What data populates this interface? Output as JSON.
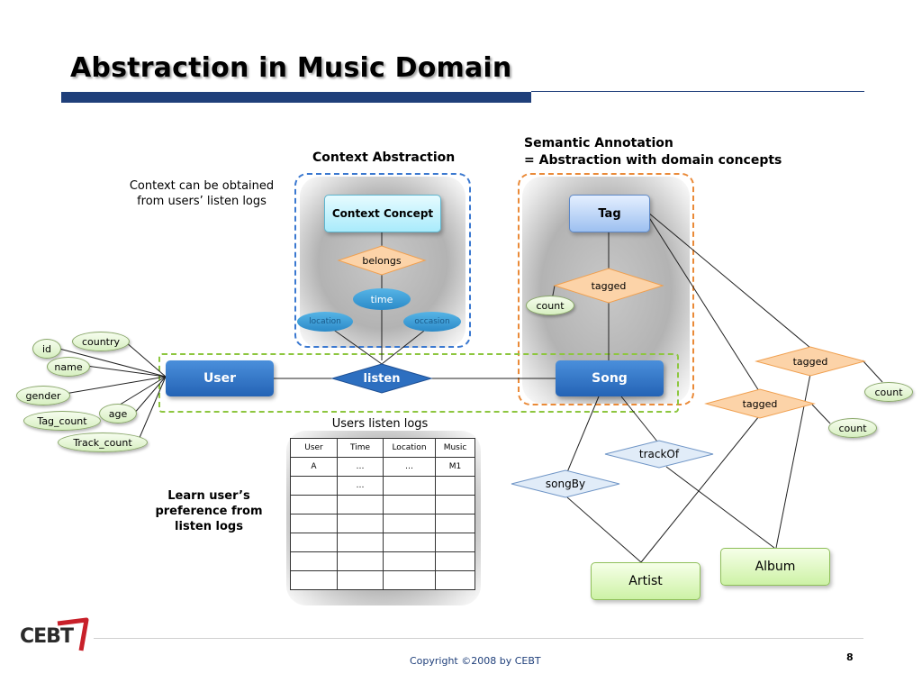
{
  "slide": {
    "title": "Abstraction in Music Domain",
    "copyright": "Copyright ©2008 by CEBT",
    "page_number": "8",
    "logo_text": "CEBT"
  },
  "headings": {
    "context_abstraction": "Context Abstraction",
    "semantic_annotation_line1": "Semantic Annotation",
    "semantic_annotation_line2": "= Abstraction with domain concepts"
  },
  "notes": {
    "context_note_line1": "Context can be obtained",
    "context_note_line2": "from users’ listen logs",
    "users_listen_logs": "Users listen logs",
    "learn_line1": "Learn user’s",
    "learn_line2": "preference from",
    "learn_line3": "listen logs"
  },
  "entities": {
    "user": "User",
    "song": "Song",
    "context_concept": "Context Concept",
    "tag": "Tag",
    "artist": "Artist",
    "album": "Album"
  },
  "relationships": {
    "listen": "listen",
    "belongs": "belongs",
    "tagged_song": "tagged",
    "tagged_album": "tagged",
    "tagged_artist": "tagged",
    "trackof": "trackOf",
    "songby": "songBy"
  },
  "attributes": {
    "user": [
      "country",
      "id",
      "name",
      "gender",
      "age",
      "Tag_count",
      "Track_count"
    ],
    "context": [
      "time",
      "location",
      "occasion"
    ],
    "count_song": "count",
    "count_album": "count",
    "count_artist": "count"
  },
  "log_table": {
    "headers": [
      "User",
      "Time",
      "Location",
      "Music"
    ],
    "rows": [
      [
        "A",
        "…",
        "…",
        "M1"
      ],
      [
        "",
        "…",
        "",
        ""
      ],
      [
        "",
        "",
        "",
        ""
      ],
      [
        "",
        "",
        "",
        ""
      ],
      [
        "",
        "",
        "",
        ""
      ],
      [
        "",
        "",
        "",
        ""
      ],
      [
        "",
        "",
        "",
        ""
      ]
    ]
  },
  "colors": {
    "title_bar": "#1f3f7a",
    "entity_blue": "#2d6fc0",
    "relation_orange": "#fbd3a9",
    "context_border": "#3a78d0",
    "semantic_border": "#ea8a38",
    "listen_border": "#8dc63f"
  }
}
